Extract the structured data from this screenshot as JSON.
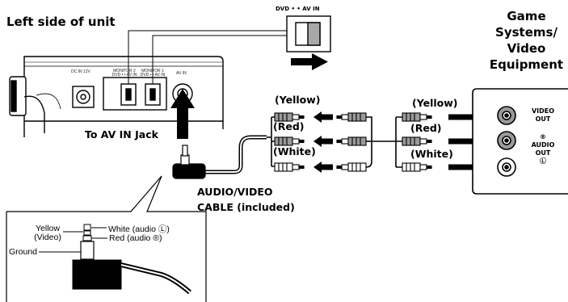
{
  "headings": {
    "left_side": "Left side of unit",
    "game_systems": [
      "Game",
      "Systems/",
      "Video",
      "Equipment"
    ]
  },
  "switch_label": "DVD • • AV IN",
  "unit_labels": {
    "dc_in": "DC IN 12V",
    "monitor2": [
      "MONITOR 2",
      "DVD • • AV IN"
    ],
    "monitor1": [
      "MONITOR 1",
      "DVD • • AV IN"
    ],
    "av_in": "AV IN"
  },
  "to_av_in": "To AV IN Jack",
  "cable_label": [
    "AUDIO/VIDEO",
    "CABLE (included)"
  ],
  "plug_colors_left": [
    "(Yellow)",
    "(Red)",
    "(White)"
  ],
  "plug_colors_right": [
    "(Yellow)",
    "(Red)",
    "(White)"
  ],
  "panel": {
    "video_out": [
      "VIDEO",
      "OUT"
    ],
    "r_mark": "®",
    "audio_out": [
      "AUDIO",
      "OUT"
    ],
    "l_mark": "Ⓛ"
  },
  "inset": {
    "yellow": [
      "Yellow",
      "(Video)"
    ],
    "ground": "Ground",
    "white": "White (audio Ⓛ)",
    "red": "Red (audio ®)"
  },
  "colors": {
    "line": "#000000",
    "plug_gray": "#9a9a9a",
    "body_fill": "#ffffff"
  }
}
